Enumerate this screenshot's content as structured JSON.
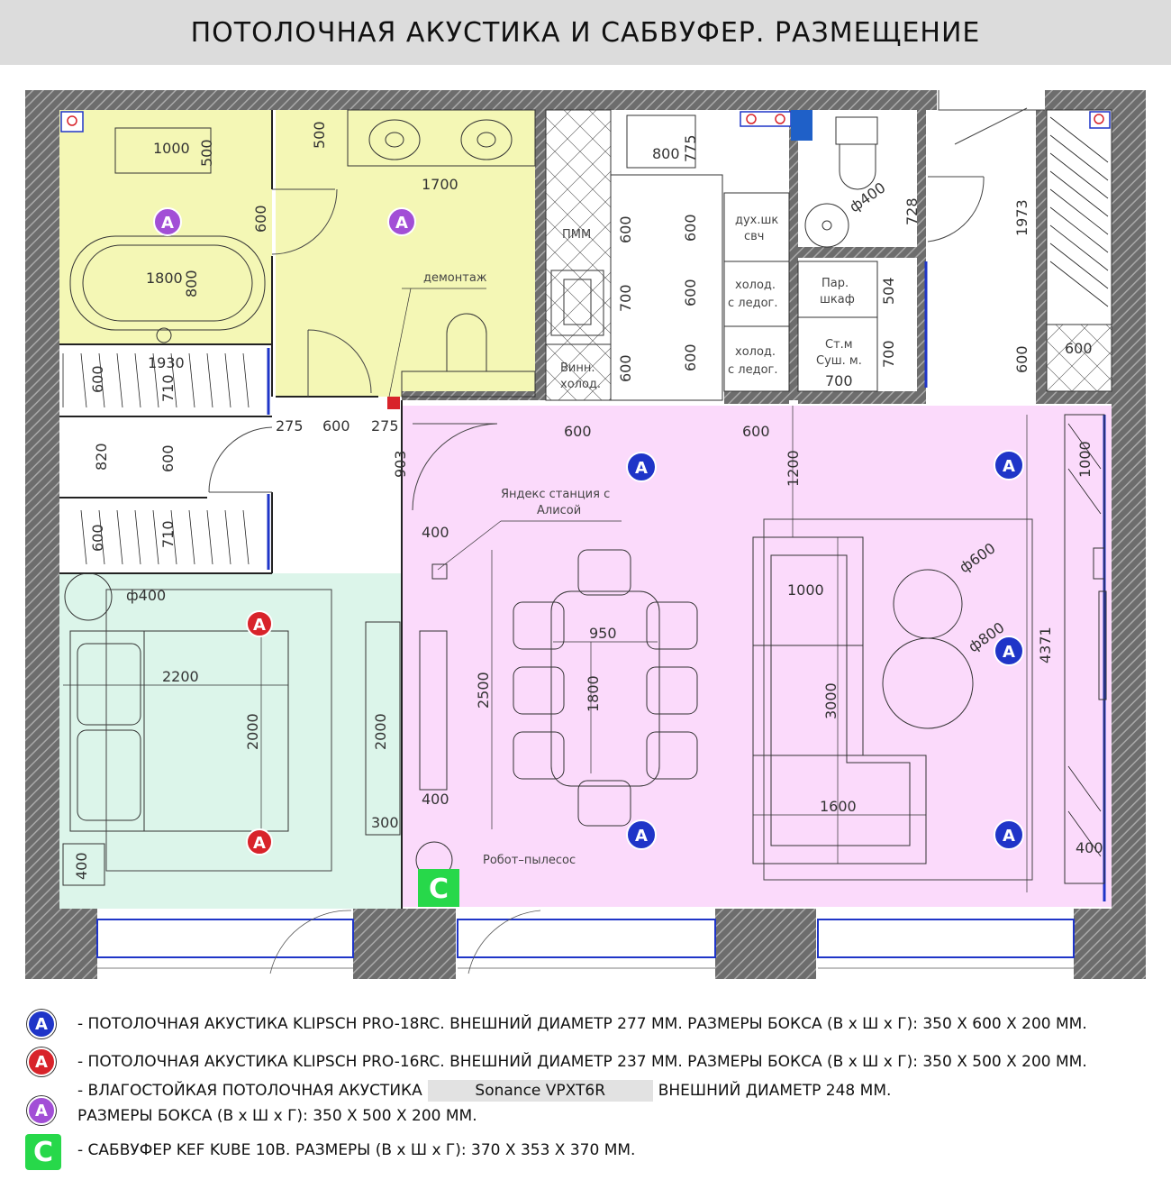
{
  "title": "ПОТОЛОЧНАЯ АКУСТИКА И САБВУФЕР. РАЗМЕЩЕНИЕ",
  "colors": {
    "speaker_blue": "#1f35c8",
    "speaker_red": "#d8232a",
    "speaker_purple": "#a24fd6",
    "subwoofer_green": "#27d84a",
    "bath_fill": "#f4f7b5",
    "living_fill": "#fbdafb",
    "bedroom_fill": "#dcf5ea"
  },
  "markers": {
    "speaker_letter": "A",
    "sub_letter": "C"
  },
  "labels": {
    "demontage": "демонтаж",
    "yandex": "Яндекс станция с",
    "yandex2": "Алисой",
    "robot": "Робот–пылесос",
    "pmm": "ПММ",
    "wine1": "Винн.",
    "wine2": "холод.",
    "oven1": "дух.шк",
    "oven2": "свч",
    "fridge1a": "холод.",
    "fridge1b": "с ледог.",
    "fridge2a": "холод.",
    "fridge2b": "с ледог.",
    "steam1": "Пар.",
    "steam2": "шкаф",
    "wash1": "Ст.м",
    "wash2": "Суш. м."
  },
  "dims": {
    "d1000a": "1000",
    "d500a": "500",
    "d500b": "500",
    "d1700": "1700",
    "d600a": "600",
    "d1800a": "1800",
    "d800a": "800",
    "d800b": "800",
    "d775": "775",
    "d1930": "1930",
    "d600b": "600",
    "d710a": "710",
    "d820": "820",
    "d600c": "600",
    "d600d": "600",
    "d710b": "710",
    "d275a": "275",
    "d600e": "600",
    "d275b": "275",
    "d903": "903",
    "k600a": "600",
    "k700a": "700",
    "k600b": "600",
    "k600c": "600",
    "k600d": "600",
    "k600e": "600",
    "d400ring": "ф400",
    "d728": "728",
    "d504": "504",
    "d700a": "700",
    "d700b": "700",
    "d1973": "1973",
    "d600f": "600",
    "d600g": "600",
    "d600h": "600",
    "d600i": "600",
    "d1200": "1200",
    "d1000b": "1000",
    "d400a": "400",
    "d400b": "400",
    "d2500": "2500",
    "d950": "950",
    "d1800b": "1800",
    "d1000c": "1000",
    "d3000": "3000",
    "d1600": "1600",
    "d600ring": "ф600",
    "d800ring": "ф800",
    "d4371": "4371",
    "d400c": "400",
    "d400bed": "ф400",
    "d2200": "2200",
    "d2000a": "2000",
    "d2000b": "2000",
    "d300": "300",
    "d400d": "400"
  },
  "legend": [
    {
      "badge_color": "#1f35c8",
      "letter": "A",
      "text": "- ПОТОЛОЧНАЯ АКУСТИКА KLIPSCH PRO-18RC. ВНЕШНИЙ ДИАМЕТР 277 ММ. РАЗМЕРЫ БОКСА (В x Ш x Г): 350 Х 600 Х 200 ММ."
    },
    {
      "badge_color": "#d8232a",
      "letter": "A",
      "text": "- ПОТОЛОЧНАЯ АКУСТИКА KLIPSCH PRO-16RC. ВНЕШНИЙ ДИАМЕТР 237 ММ. РАЗМЕРЫ БОКСА (В x Ш x Г): 350 Х 500 Х 200 ММ."
    },
    {
      "badge_color": "#a24fd6",
      "letter": "A",
      "text_before": "- ВЛАГОСТОЙКАЯ ПОТОЛОЧНАЯ АКУСТИКА",
      "model": "Sonance VPXT6R",
      "text_after": "ВНЕШНИЙ ДИАМЕТР 248 ММ.",
      "text_line2": "РАЗМЕРЫ БОКСА (В x Ш x Г): 350 Х 500 Х 200 ММ."
    },
    {
      "badge_color": "#27d84a",
      "letter": "C",
      "text": "- САБВУФЕР KEF KUBE 10B. РАЗМЕРЫ (В x Ш x Г): 370 Х 353 Х 370 ММ."
    }
  ]
}
